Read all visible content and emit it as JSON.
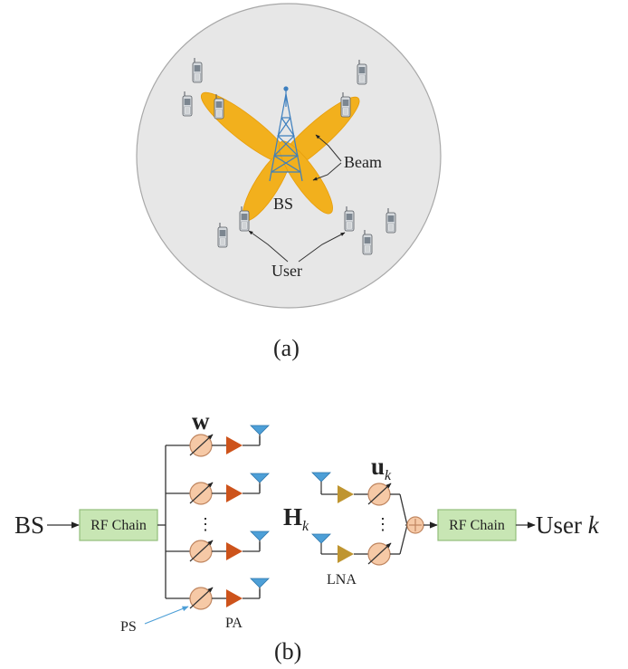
{
  "panel_a": {
    "caption": "(a)",
    "labels": {
      "bs": "BS",
      "beam": "Beam",
      "user": "User"
    }
  },
  "panel_b": {
    "caption": "(b)",
    "labels": {
      "bs_input": "BS",
      "rf_chain_tx": "RF Chain",
      "rf_chain_rx": "RF Chain",
      "user_output": "User",
      "user_index": "k",
      "precoder_w": "w",
      "channel_h": "H",
      "channel_h_sub": "k",
      "combiner_u": "u",
      "combiner_u_sub": "k",
      "dots_tx": "⋮",
      "dots_rx": "⋮",
      "ps": "PS",
      "pa": "PA",
      "lna": "LNA"
    }
  },
  "colors": {
    "circle_fill": "#e7e7e7",
    "beam_fill": "#f2b01d",
    "tower_blue": "#3d7fbf",
    "rf_chain_fill": "#c8e6b4",
    "phase_shifter_fill": "#f6c9a6",
    "pa_fill": "#cd531b",
    "lna_fill": "#bf9530",
    "antenna_fill": "#4d9fd7"
  },
  "icons": {
    "tower": "base-station-tower-icon",
    "phone": "mobile-phone-icon",
    "antenna": "antenna-icon",
    "phase_shifter": "phase-shifter-icon",
    "amplifier": "amplifier-icon",
    "combiner": "combiner-plus-icon"
  }
}
